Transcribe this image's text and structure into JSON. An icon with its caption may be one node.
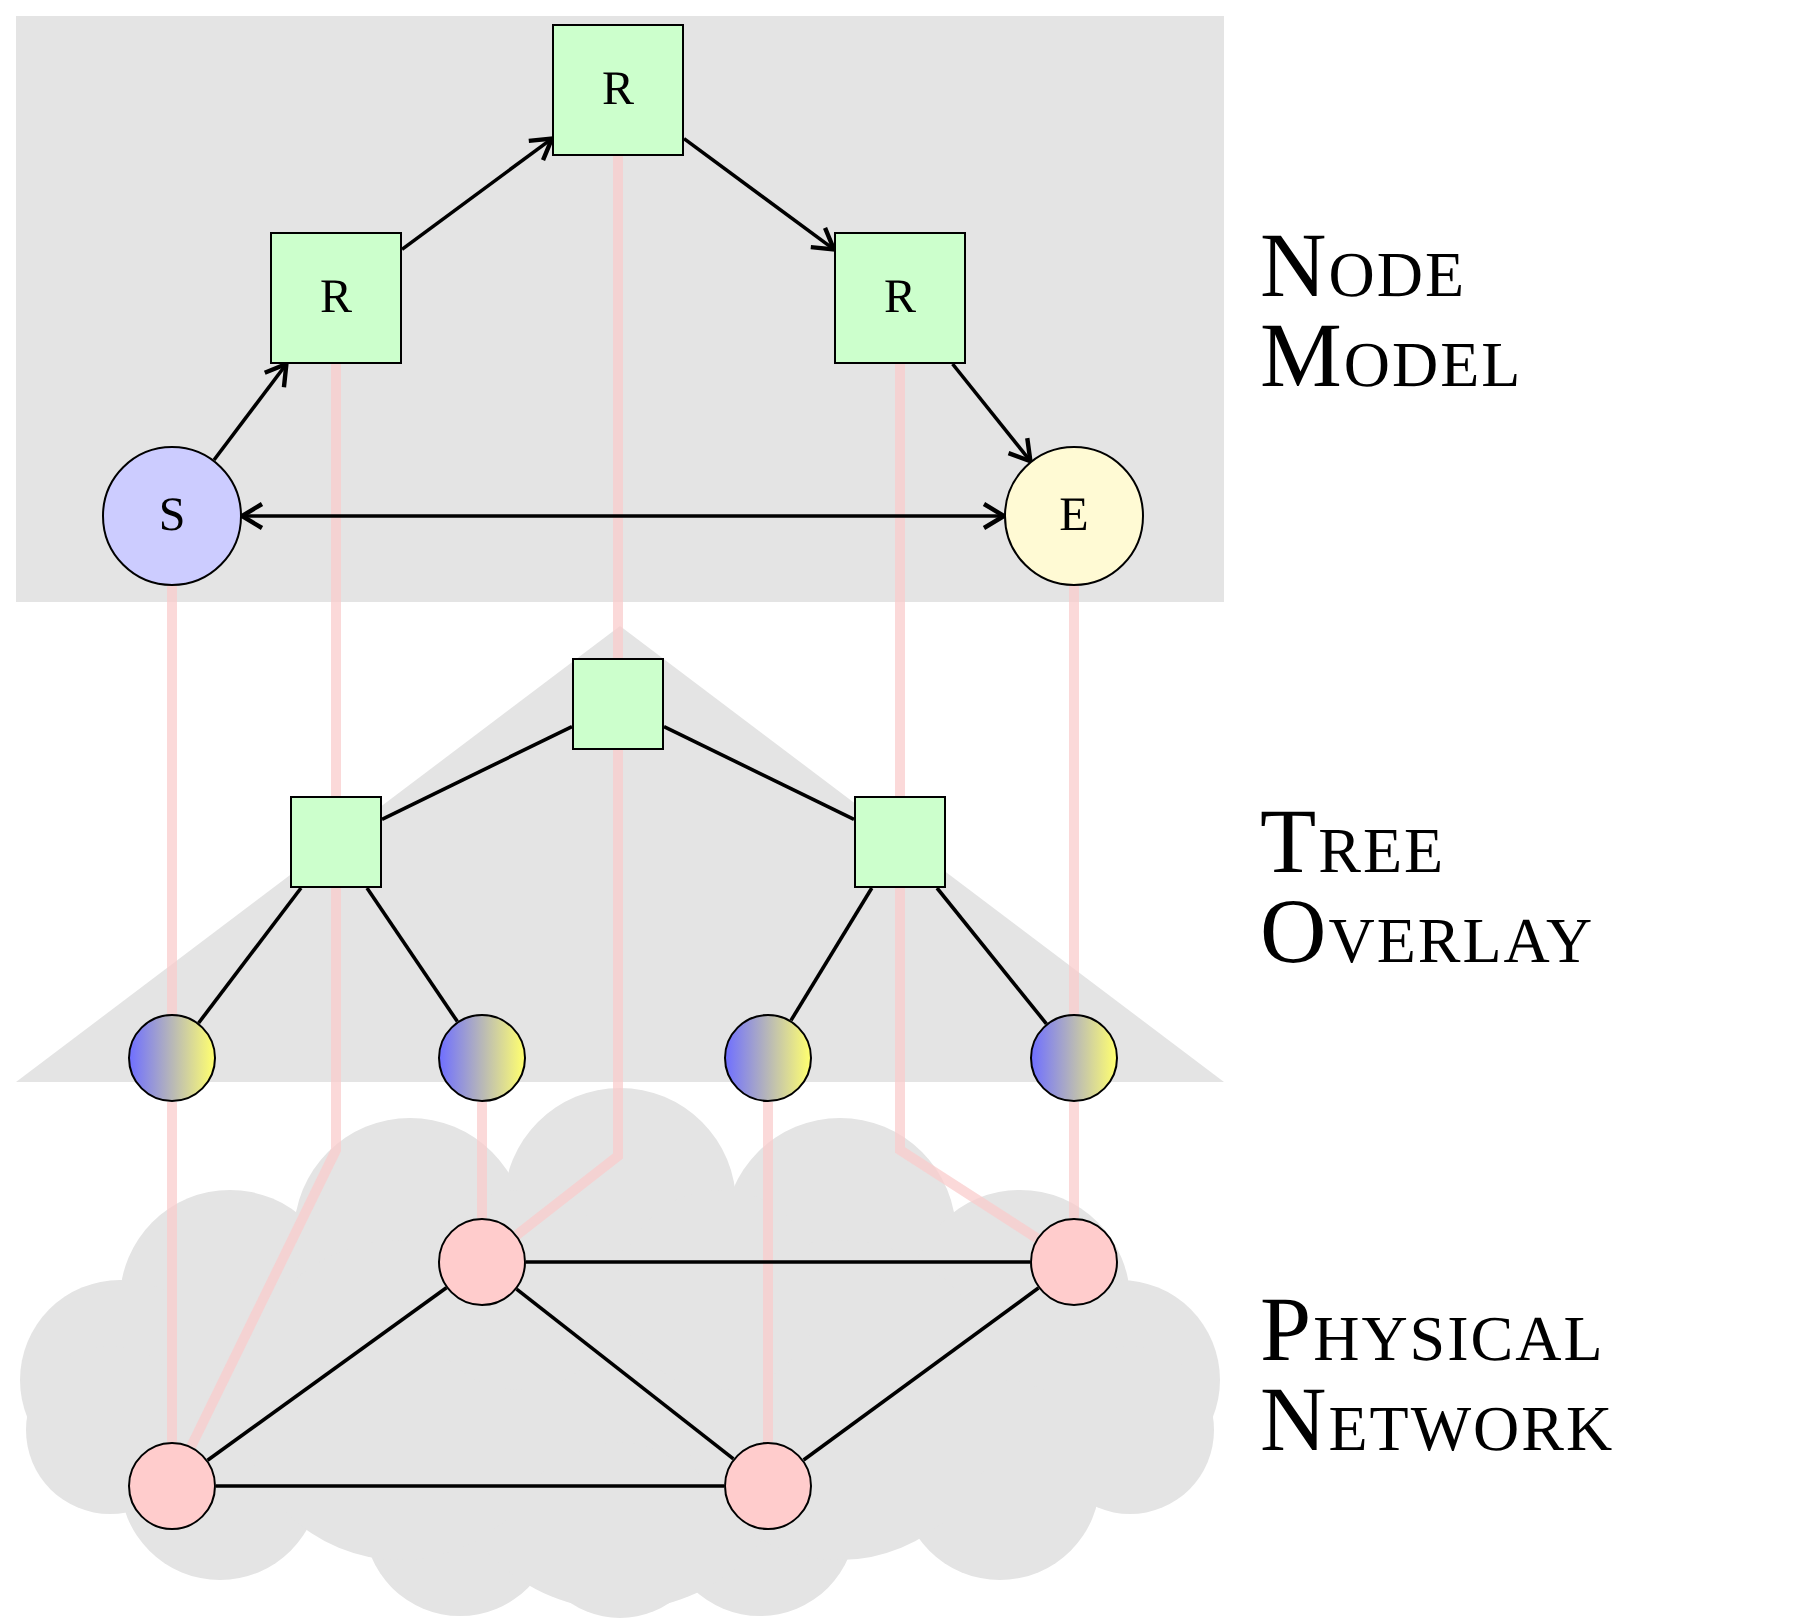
{
  "diagram": {
    "nodes": [
      {
        "text": [
          "Node Model"
        ]
      },
      {
        "text": [
          "R"
        ],
        "in": 0
      },
      {
        "text": [
          "R"
        ],
        "in": 0
      },
      {
        "text": [
          "R"
        ],
        "in": 0
      },
      {
        "text": [
          "S"
        ],
        "in": 0
      },
      {
        "text": [
          "E"
        ],
        "in": 0
      },
      {
        "text": [
          "Tree Overlay"
        ]
      },
      {
        "text": [],
        "shape": "box",
        "in": 6
      },
      {
        "text": [],
        "shape": "box",
        "in": 6
      },
      {
        "text": [],
        "shape": "box",
        "in": 6
      },
      {
        "text": [],
        "shape": "circle",
        "in": 6
      },
      {
        "text": [],
        "shape": "circle",
        "in": 6
      },
      {
        "text": [],
        "shape": "circle",
        "in": 6
      },
      {
        "text": [],
        "shape": "circle",
        "in": 6
      },
      {
        "text": [
          "Physical Network"
        ]
      },
      {
        "text": [],
        "shape": "circle",
        "in": 14
      },
      {
        "text": [],
        "shape": "circle",
        "in": 14
      },
      {
        "text": [],
        "shape": "circle",
        "in": 14
      },
      {
        "text": [],
        "shape": "circle",
        "in": 14
      }
    ],
    "edges": [
      {
        "from": 4,
        "to": 2,
        "arrow": "to"
      },
      {
        "from": 2,
        "to": 1,
        "arrow": "to"
      },
      {
        "from": 1,
        "to": 3,
        "arrow": "to"
      },
      {
        "from": 3,
        "to": 5,
        "arrow": "to"
      },
      {
        "from": 4,
        "to": 5,
        "arrow": "both"
      },
      {
        "from": 7,
        "to": 8,
        "arrow": "none"
      },
      {
        "from": 7,
        "to": 9,
        "arrow": "none"
      },
      {
        "from": 8,
        "to": 10,
        "arrow": "none"
      },
      {
        "from": 8,
        "to": 11,
        "arrow": "none"
      },
      {
        "from": 9,
        "to": 12,
        "arrow": "none"
      },
      {
        "from": 9,
        "to": 13,
        "arrow": "none"
      },
      {
        "from": 15,
        "to": 16,
        "arrow": "none"
      },
      {
        "from": 15,
        "to": 17,
        "arrow": "none"
      },
      {
        "from": 15,
        "to": 18,
        "arrow": "none"
      },
      {
        "from": 17,
        "to": 18,
        "arrow": "none"
      },
      {
        "from": 18,
        "to": 16,
        "arrow": "none"
      },
      {
        "from": 4,
        "to": 10,
        "arrow": "none",
        "style": "thick",
        "color": "#f9cccc"
      },
      {
        "from": 10,
        "to": 17,
        "arrow": "none",
        "style": "thick",
        "color": "#f9cccc"
      },
      {
        "from": 2,
        "to": 8,
        "arrow": "none",
        "style": "thick",
        "color": "#f9cccc"
      },
      {
        "from": 8,
        "to": 17,
        "arrow": "none",
        "style": "thick",
        "color": "#f9cccc"
      },
      {
        "from": 1,
        "to": 7,
        "arrow": "none",
        "style": "thick",
        "color": "#f9cccc"
      },
      {
        "from": 7,
        "to": 15,
        "arrow": "none",
        "style": "thick",
        "color": "#f9cccc"
      },
      {
        "from": 3,
        "to": 9,
        "arrow": "none",
        "style": "thick",
        "color": "#f9cccc"
      },
      {
        "from": 9,
        "to": 16,
        "arrow": "none",
        "style": "thick",
        "color": "#f9cccc"
      },
      {
        "from": 5,
        "to": 13,
        "arrow": "none",
        "style": "thick",
        "color": "#f9cccc"
      },
      {
        "from": 13,
        "to": 16,
        "arrow": "none",
        "style": "thick",
        "color": "#f9cccc"
      },
      {
        "from": 11,
        "to": 15,
        "arrow": "none",
        "style": "thick",
        "color": "#f9cccc"
      },
      {
        "from": 12,
        "to": 18,
        "arrow": "none",
        "style": "thick",
        "color": "#f9cccc"
      }
    ]
  }
}
